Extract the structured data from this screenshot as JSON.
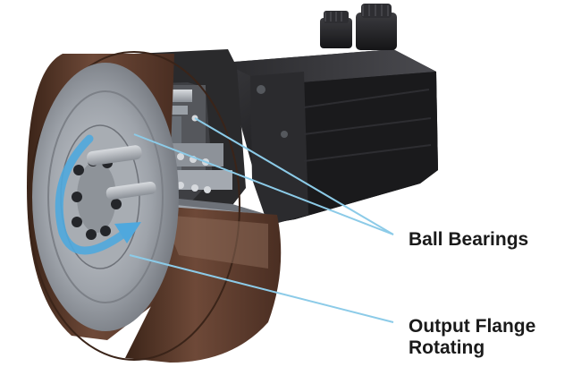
{
  "callouts": {
    "ball_bearings": "Ball Bearings",
    "output_flange_line1": "Output Flange",
    "output_flange_line2": "Rotating"
  },
  "colors": {
    "callout_line": "#8ccbe8",
    "rotation_arrow": "#4fa8dd",
    "motor_body": "#1c1c1e",
    "wheel_tire": "#5a3a2c",
    "metal": "#b8bcc2",
    "label_text": "#1a1a1a"
  },
  "icons": {
    "rotation": "curved-arrow-icon"
  }
}
